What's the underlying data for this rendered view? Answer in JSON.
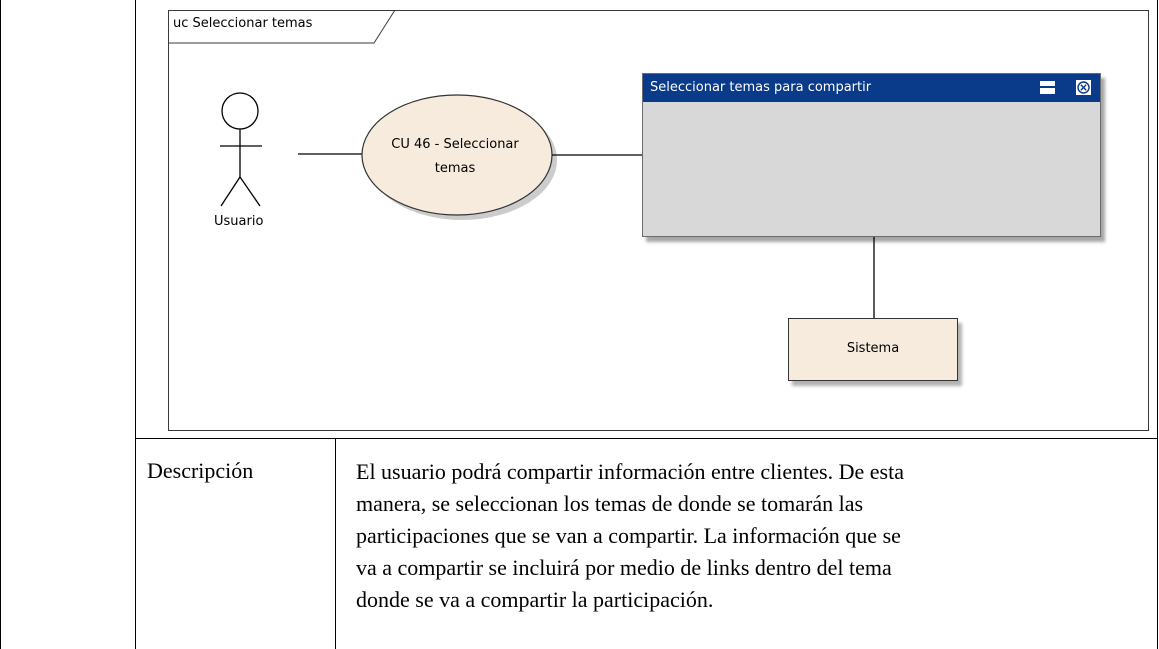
{
  "diagram": {
    "frame_label": "uc Seleccionar temas",
    "actor": {
      "label": "Usuario"
    },
    "use_case": {
      "line1": "CU 46 - Seleccionar",
      "line2": "temas"
    },
    "boundary": {
      "title": "Seleccionar temas para compartir"
    },
    "system": {
      "label": "Sistema"
    },
    "colors": {
      "titlebar": "#0a3a8a",
      "boundary_fill": "#d8d8d8",
      "element_fill": "#f6ebdd"
    }
  },
  "table": {
    "description_label": "Descripción",
    "description_lines": [
      "El usuario podrá compartir información entre clientes. De esta",
      "manera, se seleccionan los temas de donde se tomarán las",
      "participaciones que se van a compartir. La información que se",
      "va a compartir se incluirá por medio de links dentro del tema",
      "donde se va a compartir la participación."
    ]
  }
}
